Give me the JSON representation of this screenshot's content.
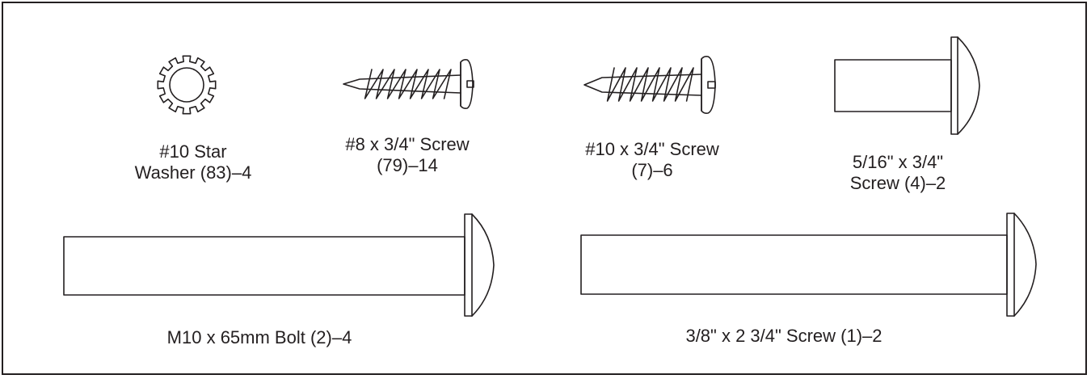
{
  "parts": [
    {
      "id": "star-washer",
      "caption": "#10 Star\nWasher (83)–4"
    },
    {
      "id": "screw-8",
      "caption": "#8 x 3/4\" Screw\n(79)–14"
    },
    {
      "id": "screw-10",
      "caption": "#10 x 3/4\" Screw\n(7)–6"
    },
    {
      "id": "screw-516",
      "caption": "5/16\" x 3/4\"\nScrew (4)–2"
    },
    {
      "id": "bolt-m10",
      "caption": "M10 x 65mm Bolt (2)–4"
    },
    {
      "id": "screw-38",
      "caption": "3/8\" x 2 3/4\" Screw (1)–2"
    }
  ]
}
